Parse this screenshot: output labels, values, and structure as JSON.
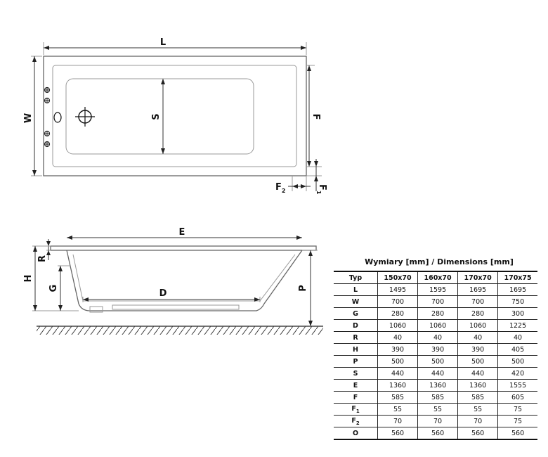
{
  "labels": {
    "L": "L",
    "W": "W",
    "S": "S",
    "F": "F",
    "F2": "F",
    "F2_sub": "2",
    "F1": "F",
    "F1_sub": "1",
    "E": "E",
    "R": "R",
    "H": "H",
    "G": "G",
    "D": "D",
    "P": "P"
  },
  "table": {
    "title": "Wymiary [mm] / Dimensions [mm]",
    "headers": [
      "Typ",
      "150x70",
      "160x70",
      "170x70",
      "170x75"
    ],
    "rows": [
      {
        "label": "L",
        "sub": "",
        "values": [
          "1495",
          "1595",
          "1695",
          "1695"
        ]
      },
      {
        "label": "W",
        "sub": "",
        "values": [
          "700",
          "700",
          "700",
          "750"
        ]
      },
      {
        "label": "G",
        "sub": "",
        "values": [
          "280",
          "280",
          "280",
          "300"
        ]
      },
      {
        "label": "D",
        "sub": "",
        "values": [
          "1060",
          "1060",
          "1060",
          "1225"
        ]
      },
      {
        "label": "R",
        "sub": "",
        "values": [
          "40",
          "40",
          "40",
          "40"
        ]
      },
      {
        "label": "H",
        "sub": "",
        "values": [
          "390",
          "390",
          "390",
          "405"
        ]
      },
      {
        "label": "P",
        "sub": "",
        "values": [
          "500",
          "500",
          "500",
          "500"
        ]
      },
      {
        "label": "S",
        "sub": "",
        "values": [
          "440",
          "440",
          "440",
          "420"
        ]
      },
      {
        "label": "E",
        "sub": "",
        "values": [
          "1360",
          "1360",
          "1360",
          "1555"
        ]
      },
      {
        "label": "F",
        "sub": "",
        "values": [
          "585",
          "585",
          "585",
          "605"
        ]
      },
      {
        "label": "F",
        "sub": "1",
        "values": [
          "55",
          "55",
          "55",
          "75"
        ]
      },
      {
        "label": "F",
        "sub": "2",
        "values": [
          "70",
          "70",
          "70",
          "75"
        ]
      },
      {
        "label": "O",
        "sub": "",
        "values": [
          "560",
          "560",
          "560",
          "560"
        ]
      }
    ]
  }
}
